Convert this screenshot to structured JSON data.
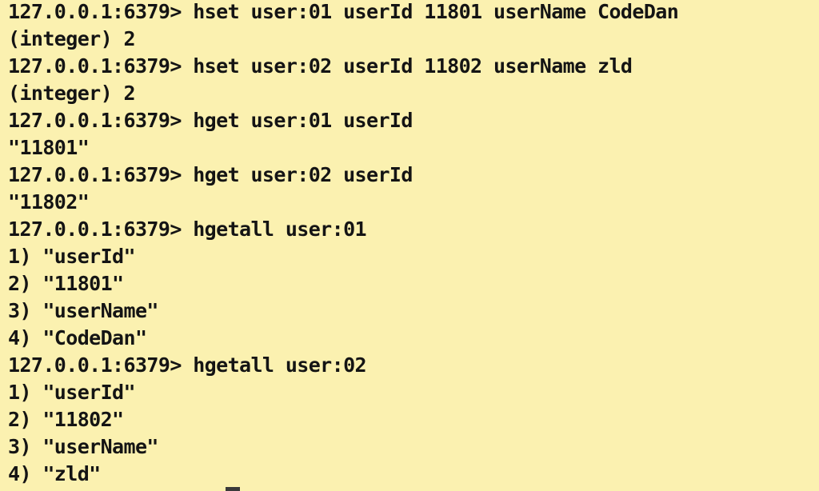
{
  "terminal": {
    "lines": [
      "127.0.0.1:6379> hset user:01 userId 11801 userName CodeDan",
      "(integer) 2",
      "127.0.0.1:6379> hset user:02 userId 11802 userName zld",
      "(integer) 2",
      "127.0.0.1:6379> hget user:01 userId",
      "\"11801\"",
      "127.0.0.1:6379> hget user:02 userId",
      "\"11802\"",
      "127.0.0.1:6379> hgetall user:01",
      "1) \"userId\"",
      "2) \"11801\"",
      "3) \"userName\"",
      "4) \"CodeDan\"",
      "127.0.0.1:6379> hgetall user:02",
      "1) \"userId\"",
      "2) \"11802\"",
      "3) \"userName\"",
      "4) \"zld\""
    ]
  },
  "colors": {
    "background": "#fbf1b0",
    "text": "#141414"
  }
}
